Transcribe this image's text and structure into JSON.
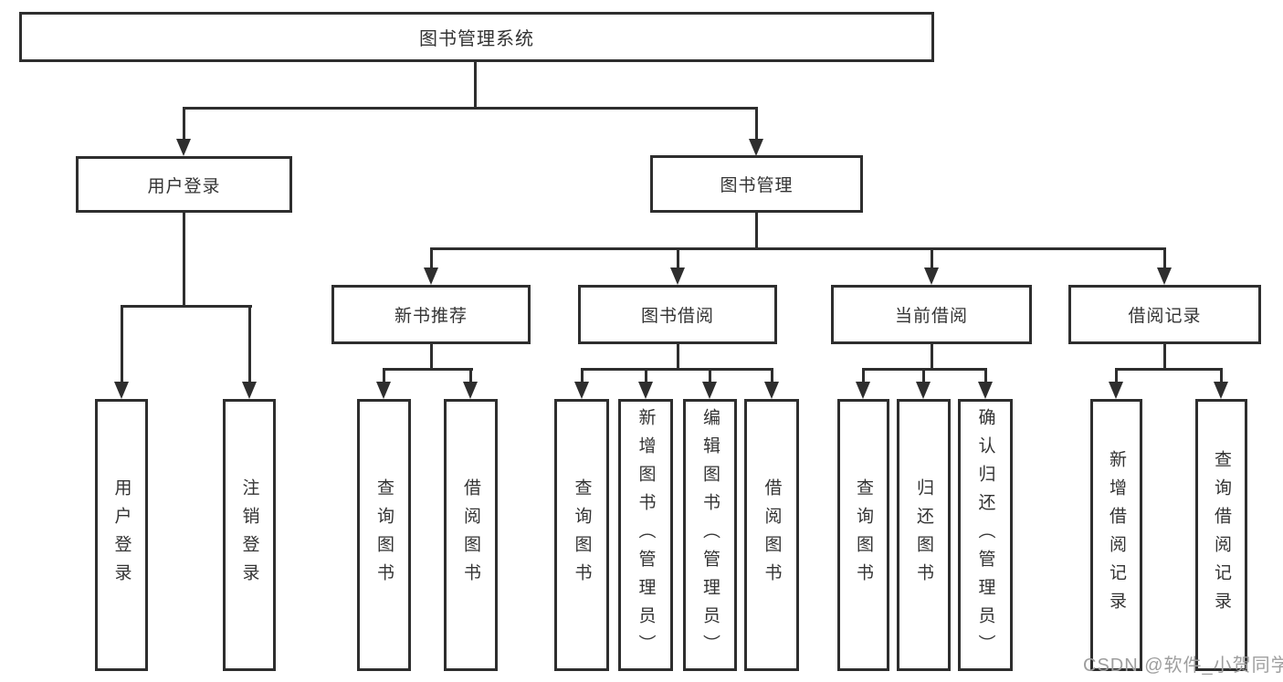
{
  "diagram": {
    "root": {
      "label": "图书管理系统",
      "children": [
        {
          "label": "用户登录",
          "children": [
            {
              "label": "用户登录"
            },
            {
              "label": "注销登录"
            }
          ]
        },
        {
          "label": "图书管理",
          "children": [
            {
              "label": "新书推荐",
              "children": [
                {
                  "label": "查询图书"
                },
                {
                  "label": "借阅图书"
                }
              ]
            },
            {
              "label": "图书借阅",
              "children": [
                {
                  "label": "查询图书"
                },
                {
                  "label": "新增图书（管理员）"
                },
                {
                  "label": "编辑图书（管理员）"
                },
                {
                  "label": "借阅图书"
                }
              ]
            },
            {
              "label": "当前借阅",
              "children": [
                {
                  "label": "查询图书"
                },
                {
                  "label": "归还图书"
                },
                {
                  "label": "确认归还（管理员）"
                }
              ]
            },
            {
              "label": "借阅记录",
              "children": [
                {
                  "label": "新增借阅记录"
                },
                {
                  "label": "查询借阅记录"
                }
              ]
            }
          ]
        }
      ]
    }
  },
  "watermark": "CSDN @软件_小贺同学",
  "colors": {
    "line": "#2e2e2e",
    "text": "#333333",
    "background": "#ffffff",
    "watermark": "#9e9e9e"
  }
}
